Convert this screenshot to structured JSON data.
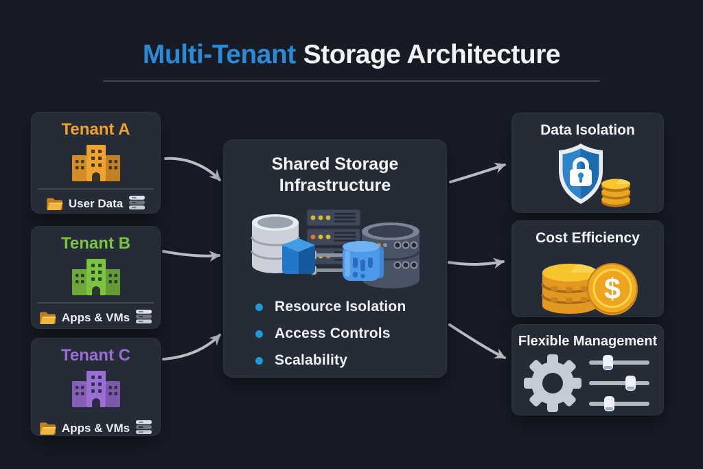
{
  "title": {
    "accent": "Multi-Tenant",
    "rest": "Storage Architecture"
  },
  "tenants": [
    {
      "name": "Tenant A",
      "accent_color": "#f0a22e",
      "data_label": "User Data"
    },
    {
      "name": "Tenant B",
      "accent_color": "#7cc342",
      "data_label": "Apps & VMs"
    },
    {
      "name": "Tenant C",
      "accent_color": "#9a6fd4",
      "data_label": "Apps & VMs"
    }
  ],
  "shared_storage": {
    "title_line1": "Shared Storage",
    "title_line2": "Infrastructure",
    "bullets": [
      "Resource Isolation",
      "Access Controls",
      "Scalability"
    ]
  },
  "benefits": [
    {
      "title": "Data Isolation"
    },
    {
      "title": "Cost Efficiency",
      "dollar_glyph": "$"
    },
    {
      "title": "Flexible Management"
    }
  ],
  "colors": {
    "background": "#171b26",
    "card": "#262b38",
    "title_accent": "#2b8ad6",
    "title_text": "#f2f4f7",
    "bullet": "#1e9ad6",
    "arrow": "#b9bdc4",
    "tenant_a_accent": "#f0a22e",
    "tenant_b_accent": "#7cc342",
    "tenant_c_accent": "#9a6fd4",
    "shield_blue": "#2e86c9",
    "coin_gold": "#efac28"
  }
}
